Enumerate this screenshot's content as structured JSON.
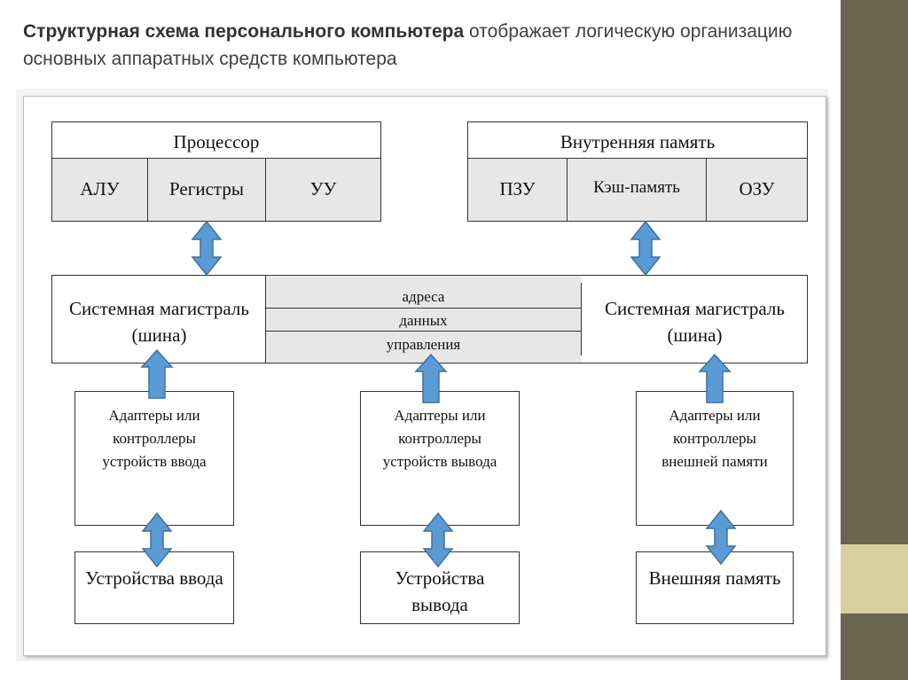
{
  "colors": {
    "side_dark": "#6b6451",
    "side_light": "#d8cf9e",
    "arrow_fill": "#5b9bd5",
    "arrow_stroke": "#41719c"
  },
  "heading": {
    "bold": "Структурная схема персонального компьютера",
    "rest": "отображает логическую организацию основных аппаратных средств компьютера"
  },
  "processor": {
    "title": "Процессор",
    "cells": [
      "АЛУ",
      "Регистры",
      "УУ"
    ]
  },
  "memory": {
    "title": "Внутренняя память",
    "cells": [
      "ПЗУ",
      "Кэш-память",
      "ОЗУ"
    ]
  },
  "bus": {
    "left": "Системная магистраль (шина)",
    "right": "Системная магистраль (шина)",
    "lines": [
      "адреса",
      "данных",
      "управления"
    ]
  },
  "adapters": [
    "Адаптеры или контроллеры устройств ввода",
    "Адаптеры или контроллеры устройств вывода",
    "Адаптеры или контроллеры внешней памяти"
  ],
  "devices": [
    "Устройства ввода",
    "Устройства вывода",
    "Внешняя память"
  ],
  "icons": [
    "double-arrow-icon",
    "up-arrow-icon"
  ]
}
